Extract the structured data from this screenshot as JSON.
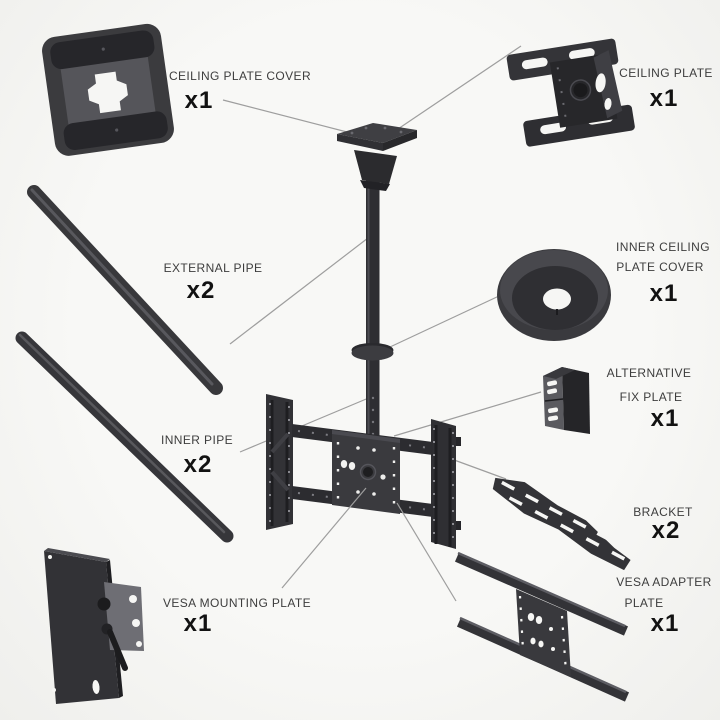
{
  "diagram": {
    "description": "TV ceiling mount kit parts diagram",
    "background_color": "#f6f6f4",
    "part_color": "#333336",
    "leader_line_color": "#9e9e9e",
    "label_color": "#3d3d3d",
    "qty_color": "#121212",
    "parts": [
      {
        "id": "ceiling-plate-cover",
        "label_lines": [
          "CEILING PLATE COVER"
        ],
        "qty": "x1"
      },
      {
        "id": "ceiling-plate",
        "label_lines": [
          "CEILING PLATE"
        ],
        "qty": "x1"
      },
      {
        "id": "external-pipe",
        "label_lines": [
          "EXTERNAL PIPE"
        ],
        "qty": "x2"
      },
      {
        "id": "inner-ceiling-plate-cover",
        "label_lines": [
          "INNER CEILING",
          "PLATE COVER"
        ],
        "qty": "x1"
      },
      {
        "id": "inner-pipe",
        "label_lines": [
          "INNER PIPE"
        ],
        "qty": "x2"
      },
      {
        "id": "alternative-fix-plate",
        "label_lines": [
          "ALTERNATIVE",
          "FIX PLATE"
        ],
        "qty": "x1"
      },
      {
        "id": "bracket",
        "label_lines": [
          "BRACKET"
        ],
        "qty": "x2"
      },
      {
        "id": "vesa-mounting-plate",
        "label_lines": [
          "VESA MOUNTING PLATE"
        ],
        "qty": "x1"
      },
      {
        "id": "vesa-adapter-plate",
        "label_lines": [
          "VESA ADAPTER",
          "PLATE"
        ],
        "qty": "x1"
      }
    ]
  }
}
